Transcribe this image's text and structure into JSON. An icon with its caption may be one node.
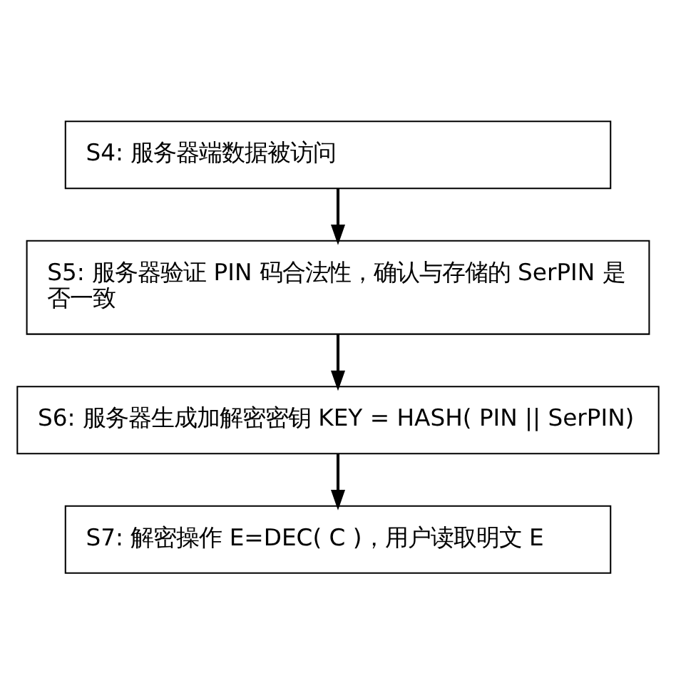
{
  "diagram": {
    "nodes": [
      {
        "text": [
          "S4: 服务器端数据被访问"
        ]
      },
      {
        "text": [
          "S5: 服务器验证 PIN 码合法性，确认与存储的 SerPIN 是否一致"
        ]
      },
      {
        "text": [
          "S6: 服务器生成加解密密钥 KEY = HASH( PIN || SerPIN)"
        ]
      },
      {
        "text": [
          "S7: 解密操作 E=DEC( C )，用户读取明文 E"
        ]
      }
    ],
    "edges": [
      {
        "from": 0,
        "to": 1,
        "arrow": "to"
      },
      {
        "from": 1,
        "to": 2,
        "arrow": "to"
      },
      {
        "from": 2,
        "to": 3,
        "arrow": "to"
      }
    ]
  }
}
